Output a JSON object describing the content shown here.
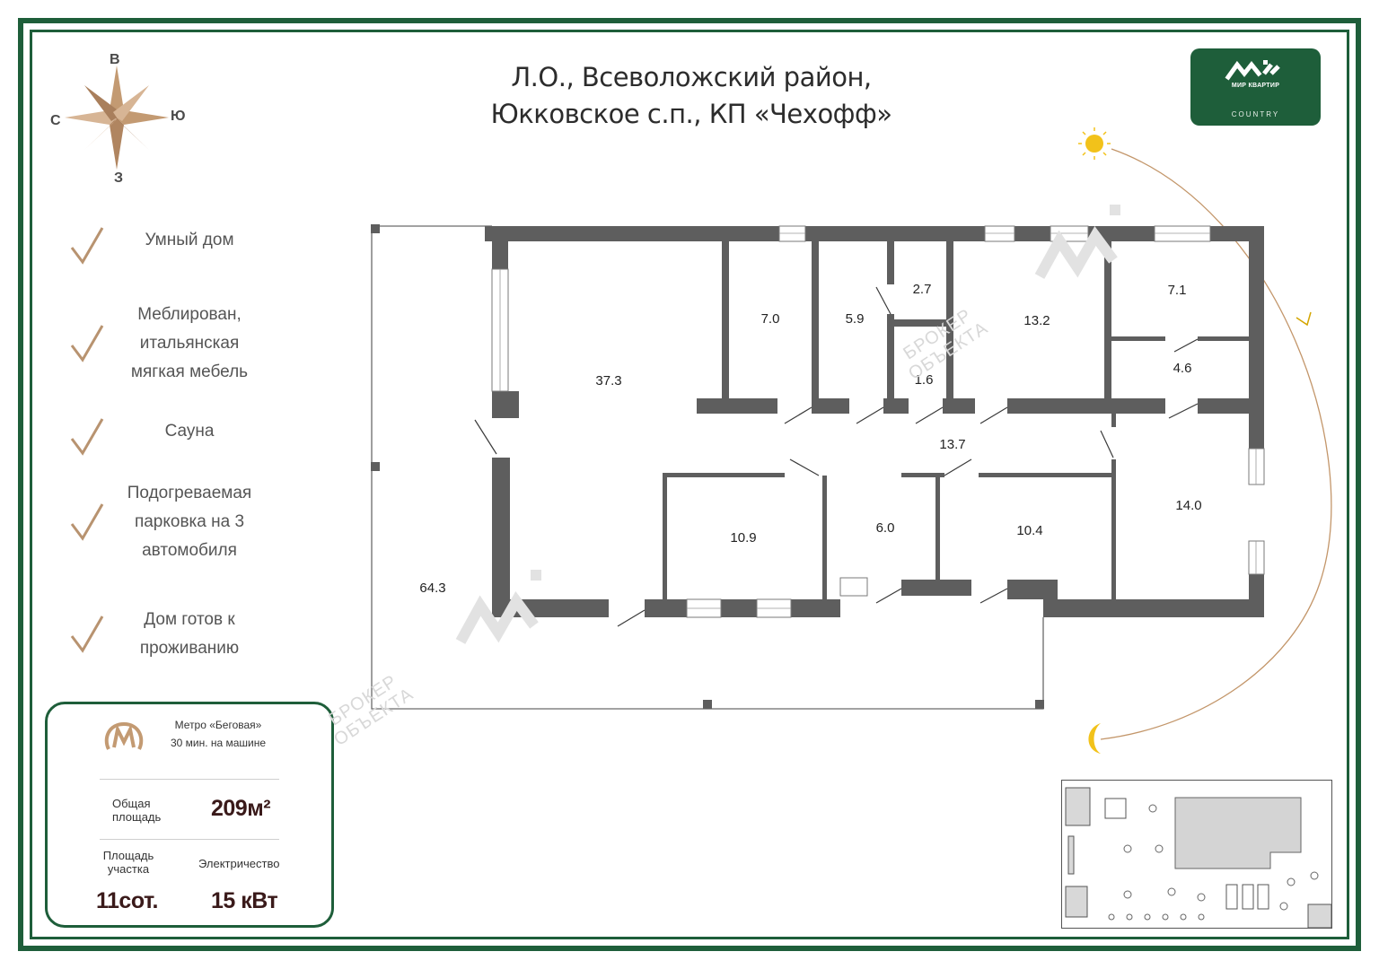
{
  "header": {
    "title_line1": "Л.О.,  Всеволожский район,",
    "title_line2": "Юкковское с.п., КП «Чехофф»"
  },
  "logo": {
    "name": "МИР КВАРТИР",
    "sub": "COUNTRY",
    "bg_color": "#1e5e3a"
  },
  "compass": {
    "north": "В",
    "west": "С",
    "east": "Ю",
    "south": "З"
  },
  "features": [
    {
      "text": "Умный дом"
    },
    {
      "text": "Меблирован, итальянская мягкая мебель"
    },
    {
      "text": "Сауна"
    },
    {
      "text": "Подогреваемая парковка на 3 автомобиля"
    },
    {
      "text": "Дом готов к проживанию"
    }
  ],
  "info": {
    "metro_name": "Метро «Беговая»",
    "metro_time": "30 мин. на машине",
    "total_area_label": "Общая площадь",
    "total_area_value": "209м²",
    "plot_label": "Площадь участка",
    "plot_value": "11сот.",
    "power_label": "Электричество",
    "power_value": "15 кВт"
  },
  "rooms": [
    {
      "id": "terrace",
      "area": "64.3"
    },
    {
      "id": "living",
      "area": "37.3"
    },
    {
      "id": "r1",
      "area": "7.0"
    },
    {
      "id": "r2",
      "area": "5.9"
    },
    {
      "id": "r3",
      "area": "2.7"
    },
    {
      "id": "r4",
      "area": "1.6"
    },
    {
      "id": "r5",
      "area": "13.2"
    },
    {
      "id": "r6",
      "area": "7.1"
    },
    {
      "id": "r7",
      "area": "4.6"
    },
    {
      "id": "hall",
      "area": "13.7"
    },
    {
      "id": "r8",
      "area": "10.9"
    },
    {
      "id": "r9",
      "area": "6.0"
    },
    {
      "id": "r10",
      "area": "10.4"
    },
    {
      "id": "r11",
      "area": "14.0"
    }
  ],
  "watermark": {
    "text_line1": "БРОКЕР",
    "text_line2": "ОБЪЕКТА"
  },
  "colors": {
    "accent": "#1e5e3a",
    "wall": "#5e5e5e",
    "gold": "#c39a72",
    "sun": "#f2c21a"
  }
}
